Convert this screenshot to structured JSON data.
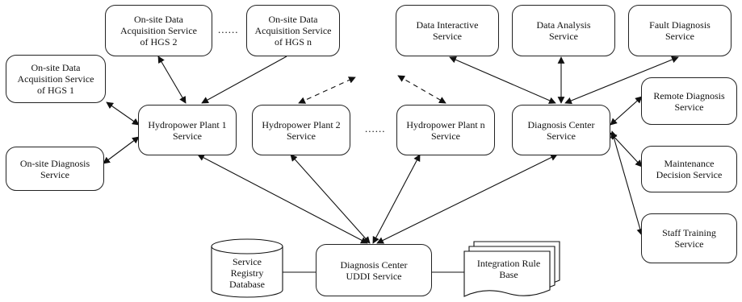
{
  "nodes": {
    "acq_hgs2": "On-site Data\nAcquisition Service\nof HGS 2",
    "acq_hgsn": "On-site Data\nAcquisition Service\nof HGS n",
    "acq_hgs1": "On-site Data\nAcquisition Service\nof HGS 1",
    "onsite_diag": "On-site Diagnosis\nService",
    "plant1": "Hydropower Plant 1\nService",
    "plant2": "Hydropower Plant 2\nService",
    "plantn": "Hydropower Plant n\nService",
    "diag_center": "Diagnosis Center\nService",
    "data_interactive": "Data Interactive\nService",
    "data_analysis": "Data Analysis\nService",
    "fault_diag": "Fault Diagnosis\nService",
    "remote_diag": "Remote Diagnosis\nService",
    "maintenance": "Maintenance\nDecision Service",
    "staff_training": "Staff Training\nService",
    "uddi": "Diagnosis Center\nUDDI Service",
    "registry_db": "Service\nRegistry\nDatabase",
    "integration_rule": "Integration Rule\nBase"
  },
  "ellipses": {
    "top": "......",
    "middle": "......"
  }
}
